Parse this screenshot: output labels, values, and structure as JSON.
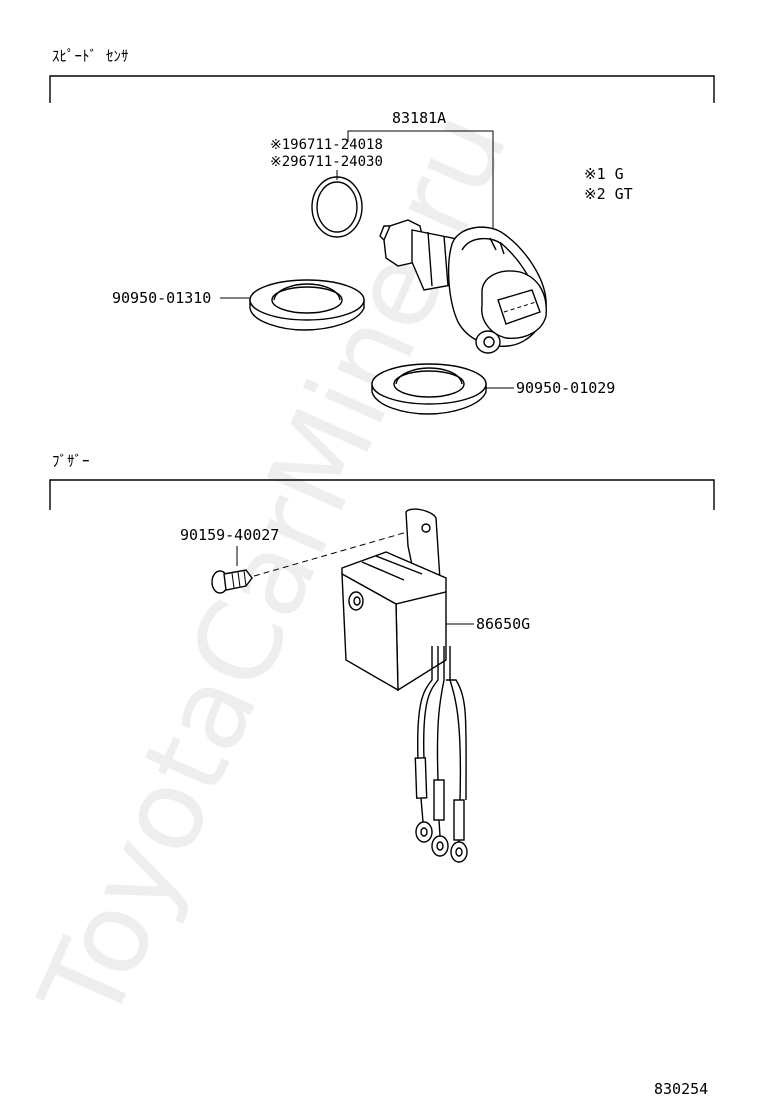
{
  "watermark": "ToyotaCarMine.ru",
  "sections": {
    "speed_sensor": {
      "title": "ｽﾋﾟｰﾄﾞ ｾﾝｻ",
      "parts": {
        "sensor": "83181A",
        "oring_1": "※196711-24018",
        "oring_2": "※296711-24030",
        "grommet_upper": "90950-01310",
        "grommet_lower": "90950-01029"
      },
      "notes": {
        "note_1": "※1  G",
        "note_2": "※2  GT"
      }
    },
    "buzzer": {
      "title": "ﾌﾞｻﾞｰ",
      "parts": {
        "screw": "90159-40027",
        "buzzer": "86650G"
      }
    }
  },
  "diagram_id": "830254"
}
